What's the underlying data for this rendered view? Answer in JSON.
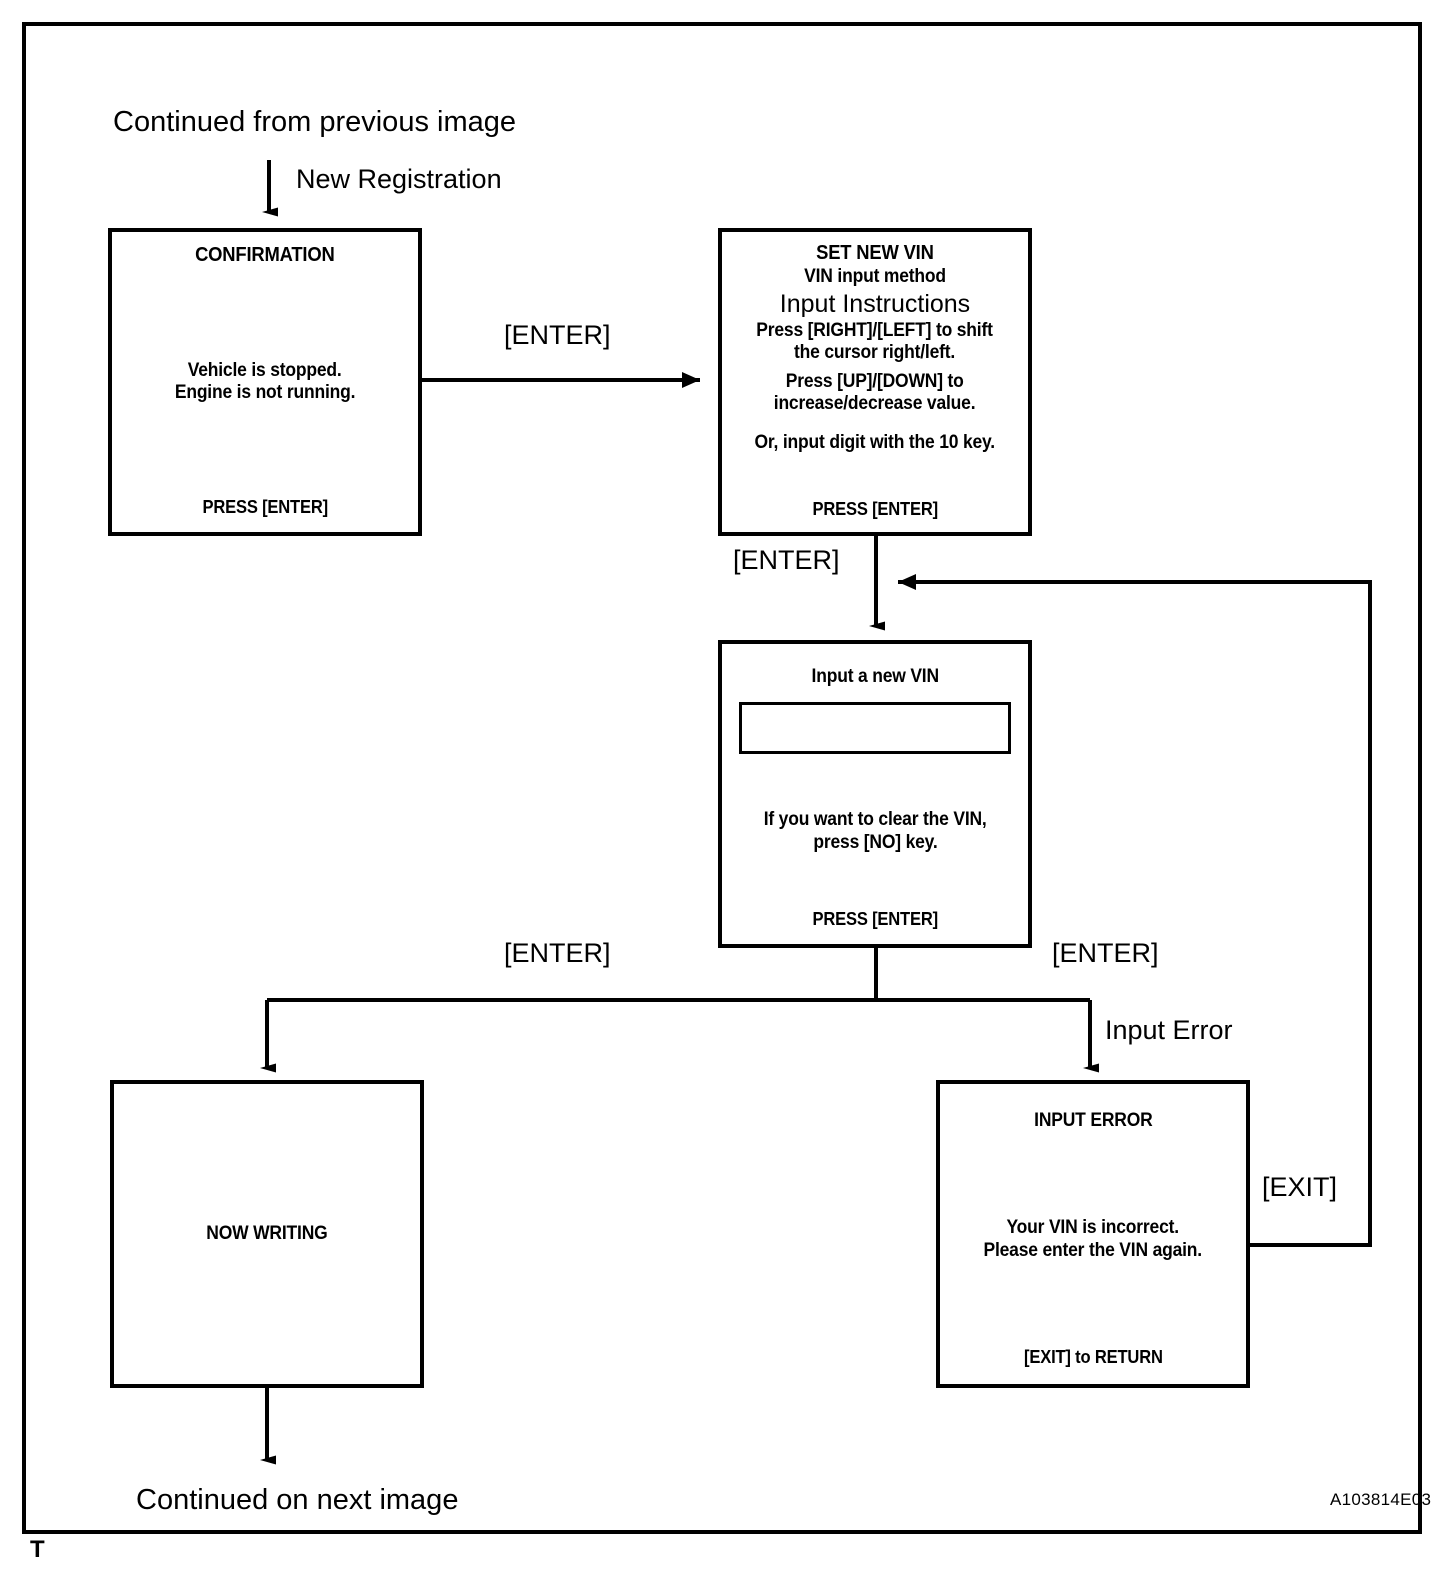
{
  "figure": {
    "code": "A103814E03",
    "corner_mark": "T",
    "entry_caption": "Continued from previous image",
    "exit_caption": "Continued on next image"
  },
  "edge_labels": {
    "new_registration": "New Registration",
    "enter_to_setvin": "[ENTER]",
    "enter_to_input": "[ENTER]",
    "enter_left": "[ENTER]",
    "enter_right": "[ENTER]",
    "input_error": "Input Error",
    "exit_return": "[EXIT]"
  },
  "nodes": {
    "confirmation": {
      "title": "CONFIRMATION",
      "lines": [
        "Vehicle is stopped.",
        "Engine is not running."
      ],
      "footer": "PRESS [ENTER]"
    },
    "set_new_vin": {
      "title": "SET NEW VIN",
      "subtitle": "VIN input method",
      "heading": "Input Instructions",
      "lines": [
        "Press [RIGHT]/[LEFT] to shift",
        "the cursor right/left.",
        "Press [UP]/[DOWN]  to",
        "increase/decrease value."
      ],
      "note": "Or, input digit with the 10 key.",
      "footer": "PRESS [ENTER]"
    },
    "input_new_vin": {
      "title": "Input a new VIN",
      "field_value": "",
      "lines": [
        "If you want to clear the VIN,",
        "press [NO] key."
      ],
      "footer": "PRESS [ENTER]"
    },
    "now_writing": {
      "title": "NOW WRITING"
    },
    "input_error": {
      "title": "INPUT  ERROR",
      "lines": [
        "Your VIN is incorrect.",
        "Please enter the VIN again."
      ],
      "footer": "[EXIT] to RETURN"
    }
  }
}
